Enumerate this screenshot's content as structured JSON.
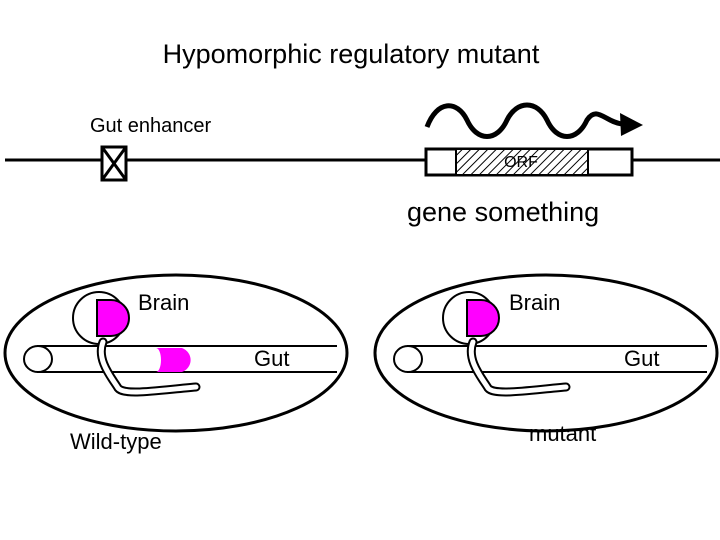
{
  "title": "Hypomorphic regulatory mutant",
  "enhancer_label": "Gut enhancer",
  "orf_label": "ORF",
  "gene_label": "gene something",
  "panels": [
    {
      "brain_label": "Brain",
      "gut_label": "Gut",
      "caption": "Wild-type"
    },
    {
      "brain_label": "Brain",
      "gut_label": "Gut",
      "caption": "mutant"
    }
  ],
  "colors": {
    "expression": "#ff00ff",
    "line": "#000000",
    "background": "#ffffff"
  }
}
